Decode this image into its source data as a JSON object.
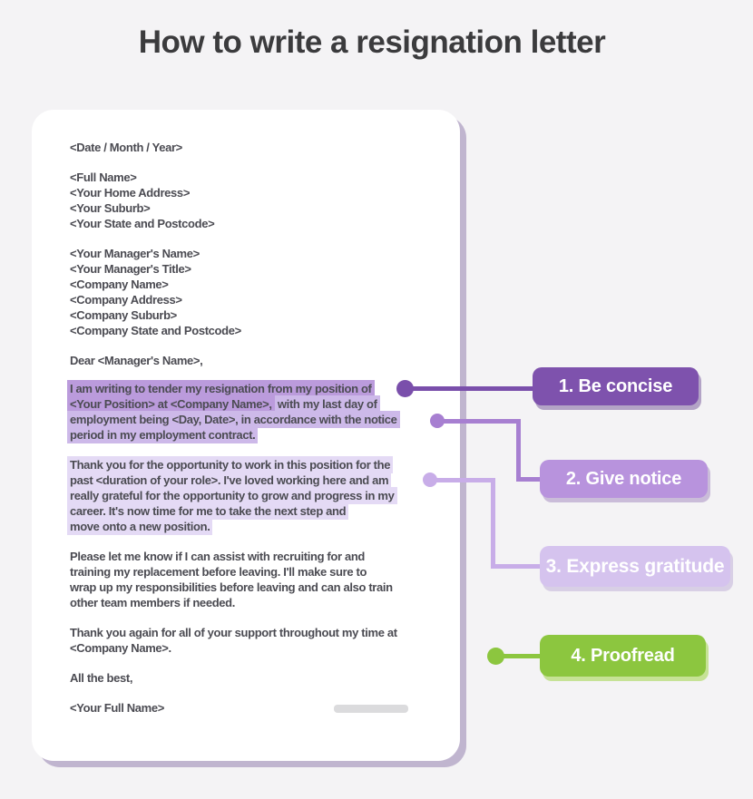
{
  "title": "How to write a resignation letter",
  "letter": {
    "date": "<Date / Month / Year>",
    "sender": [
      "<Full Name>",
      "<Your Home Address>",
      "<Your Suburb>",
      "<Your State and Postcode>"
    ],
    "recipient": [
      "<Your Manager's Name>",
      "<Your Manager's Title>",
      "<Company Name>",
      "<Company Address>",
      "<Company Suburb>",
      "<Company State and Postcode>"
    ],
    "salutation": "Dear <Manager's Name>,",
    "para1": {
      "line1_dark": "I am writing to tender my resignation from my position of",
      "line2_dark": "<Your Position> at <Company Name>,",
      "line2_mid": " with my last day of",
      "line3_mid": "employment being <Day, Date>, in accordance with the notice",
      "line4_mid": "period in my employment contract."
    },
    "para2_lines": [
      "Thank you for the opportunity to work in this position for the",
      "past <duration of your role>. I've loved working here and am",
      "really grateful for the opportunity to grow and progress in my",
      "career. It's now time for me to take the next step and",
      "move onto a new position."
    ],
    "para3_lines": [
      "Please let me know if I can assist with recruiting for and",
      "training my replacement before leaving. I'll make sure to",
      "wrap up my responsibilities before leaving and can also train",
      "other team members if needed."
    ],
    "para4_lines": [
      "Thank you again for all of your support throughout my time at",
      "<Company Name>."
    ],
    "closing": "All the best,",
    "signature": "<Your Full Name>"
  },
  "callouts": [
    {
      "label": "1. Be concise",
      "color": "#7e52ad"
    },
    {
      "label": "2. Give notice",
      "color": "#b893dd"
    },
    {
      "label": "3. Express gratitude",
      "color": "#d5c3ee"
    },
    {
      "label": "4. Proofread",
      "color": "#8cc63f"
    }
  ],
  "colors": {
    "background": "#f4f3f5",
    "card": "#ffffff",
    "card_shadow": "#c0b5cf",
    "title_text": "#3b3b3d",
    "letter_text": "#4b4b52",
    "highlight_dark": "#bb9bdc",
    "highlight_mid": "#cdb9e9",
    "highlight_light": "#e4daf5",
    "connector_1": "#7a4fab",
    "connector_2": "#a77fd1",
    "connector_3": "#c8ade8",
    "connector_4": "#8cc63f",
    "signature_bar": "#dbdbdd"
  }
}
